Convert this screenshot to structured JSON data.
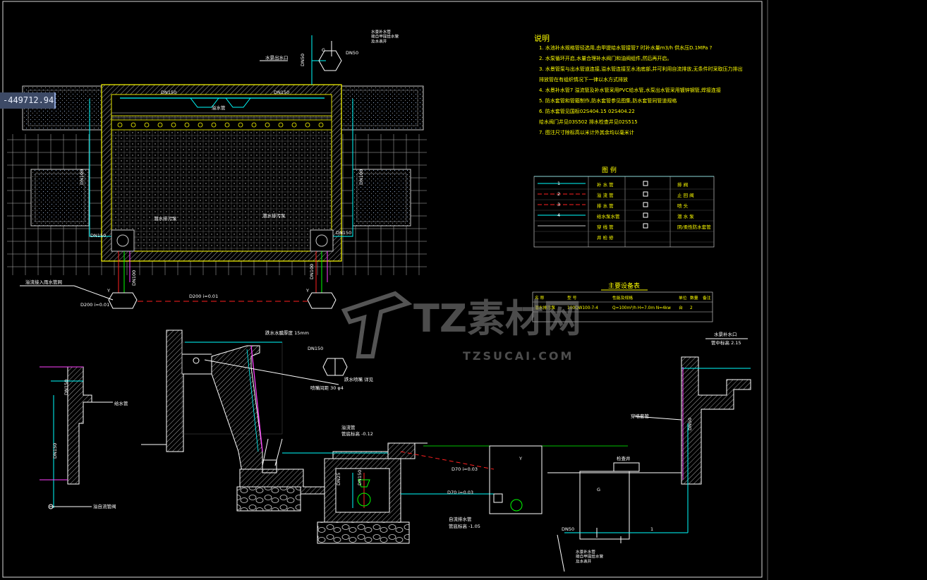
{
  "coordinate_readout": "-449712.94",
  "watermark": {
    "brand": "TZ素材网",
    "site": "TZSUCAI.COM"
  },
  "notes": {
    "title": "说明",
    "items": [
      "1. 水池补水规格管径选用,由甲提给水管接管7 时补水量m3/h  供水压D.1MPa   ?",
      "2. 水泵循环开启,水量合理补水阀门和油阀组件,然后再开启。",
      "3. 水景管泵与出水管道连接,溢水管连接至水池底部,并可利用自流排放,无条件时采取压力排出",
      "   排放管在有组织情况下一律以水方式排放",
      "4. 水景补水管7 溢流管及补水管采用PVC给水管,水泵出水管采用镀锌钢管,焊接连接",
      "5. 防水套管和管箍制作,防水套管参见图集,防水套管同管道规格",
      "6. 防水套管见国标02S404.15  02S404.22",
      "   给水阀门井见03S502   排水检查井见02S515",
      "7. 图注尺寸除标高以米计外其余均以毫米计"
    ]
  },
  "legend": {
    "title": "图  例",
    "rows": [
      {
        "num": "1",
        "name": "补 水 管",
        "symbol_name": "排 阀"
      },
      {
        "num": "2",
        "name": "溢 流 管",
        "symbol_name": "止 回 阀"
      },
      {
        "num": "3",
        "name": "排 水 管",
        "symbol_name": "喷 头"
      },
      {
        "num": "4",
        "name": "给水泵水管",
        "symbol_name": "潜 水 泵"
      },
      {
        "num": "",
        "name": "穿 线 管",
        "symbol_name": "阴/柔性防水套管"
      },
      {
        "num": "",
        "name": "井 检 修",
        "symbol_name": ""
      }
    ]
  },
  "equipment": {
    "title": "主要设备表",
    "headers": [
      "名 称",
      "型 号",
      "性能及规格",
      "单位",
      "数量",
      "备注"
    ],
    "row": [
      "潜水排污泵",
      "100QW100-7-4",
      "Q=100m³/h  H=7.0m  N=4kw",
      "台",
      "2",
      ""
    ]
  },
  "plan_labels": {
    "outlet_top": "水景出水口",
    "pipe_top": "DN50",
    "valve_note": "水景补水管\n接自甲提给水管\n及水表井",
    "dn150_left": "DN150",
    "dn150_right": "DN150",
    "overflow": "溢水管",
    "dn100_left": "DN100",
    "dn100_right": "DN100",
    "pump_left": "潜水排污泵",
    "pump_right": "潜水排污泵",
    "dn150_a": "DN150",
    "dn150_b": "DN150",
    "drain_left": "溢流接入雨水管网",
    "drain_spec": "D200 i=0.01",
    "drain_mid": "D200  i=0.01",
    "g_label": "G",
    "dn50_label": "DN50",
    "y_left": "Y",
    "y_right": "Y",
    "dn100_a": "DN100",
    "dn100_b": "DN100"
  },
  "section_labels": {
    "water_film": "跌水水膜厚度 15mm",
    "dn150_c": "DN150",
    "nozzle": "跌水喷嘴 详见  ",
    "nozzle_spec": "喷嘴间距 30  φ4",
    "level_1": "管底标高 -0.12",
    "level_2": "管底标高 -1.05",
    "d70_a": "D70 i=0.03",
    "d70_b": "D70 i=0.03",
    "overflow_a": "溢流管",
    "dn25": "DN25",
    "dn150_d": "DN150",
    "y_box": "Y",
    "self_drain": "自流排水管",
    "left_dn150": "DN150",
    "left_pipe": "给水管",
    "left_dn150v": "DN150",
    "left_bottom": "溢自流管阀",
    "right_outlet": "水景补水口",
    "right_level": "管中标高 2.15",
    "right_pipe": "穿墙套管",
    "right_dn": "DN50",
    "g_box": "G",
    "g_top": "检查井",
    "dn50_b": "DN50",
    "bottom_note": "水景补水管\n接自甲提给水管\n及水表井",
    "one": "1"
  },
  "colors": {
    "background": "#000000",
    "border": "#d9d9d9",
    "wall_yellow": "#ffff00",
    "pipe_cyan": "#00ffff",
    "pipe_red": "#ff2020",
    "pipe_magenta": "#ff40ff",
    "pipe_green": "#00ff00",
    "panel_blue": "#3d4a66"
  }
}
